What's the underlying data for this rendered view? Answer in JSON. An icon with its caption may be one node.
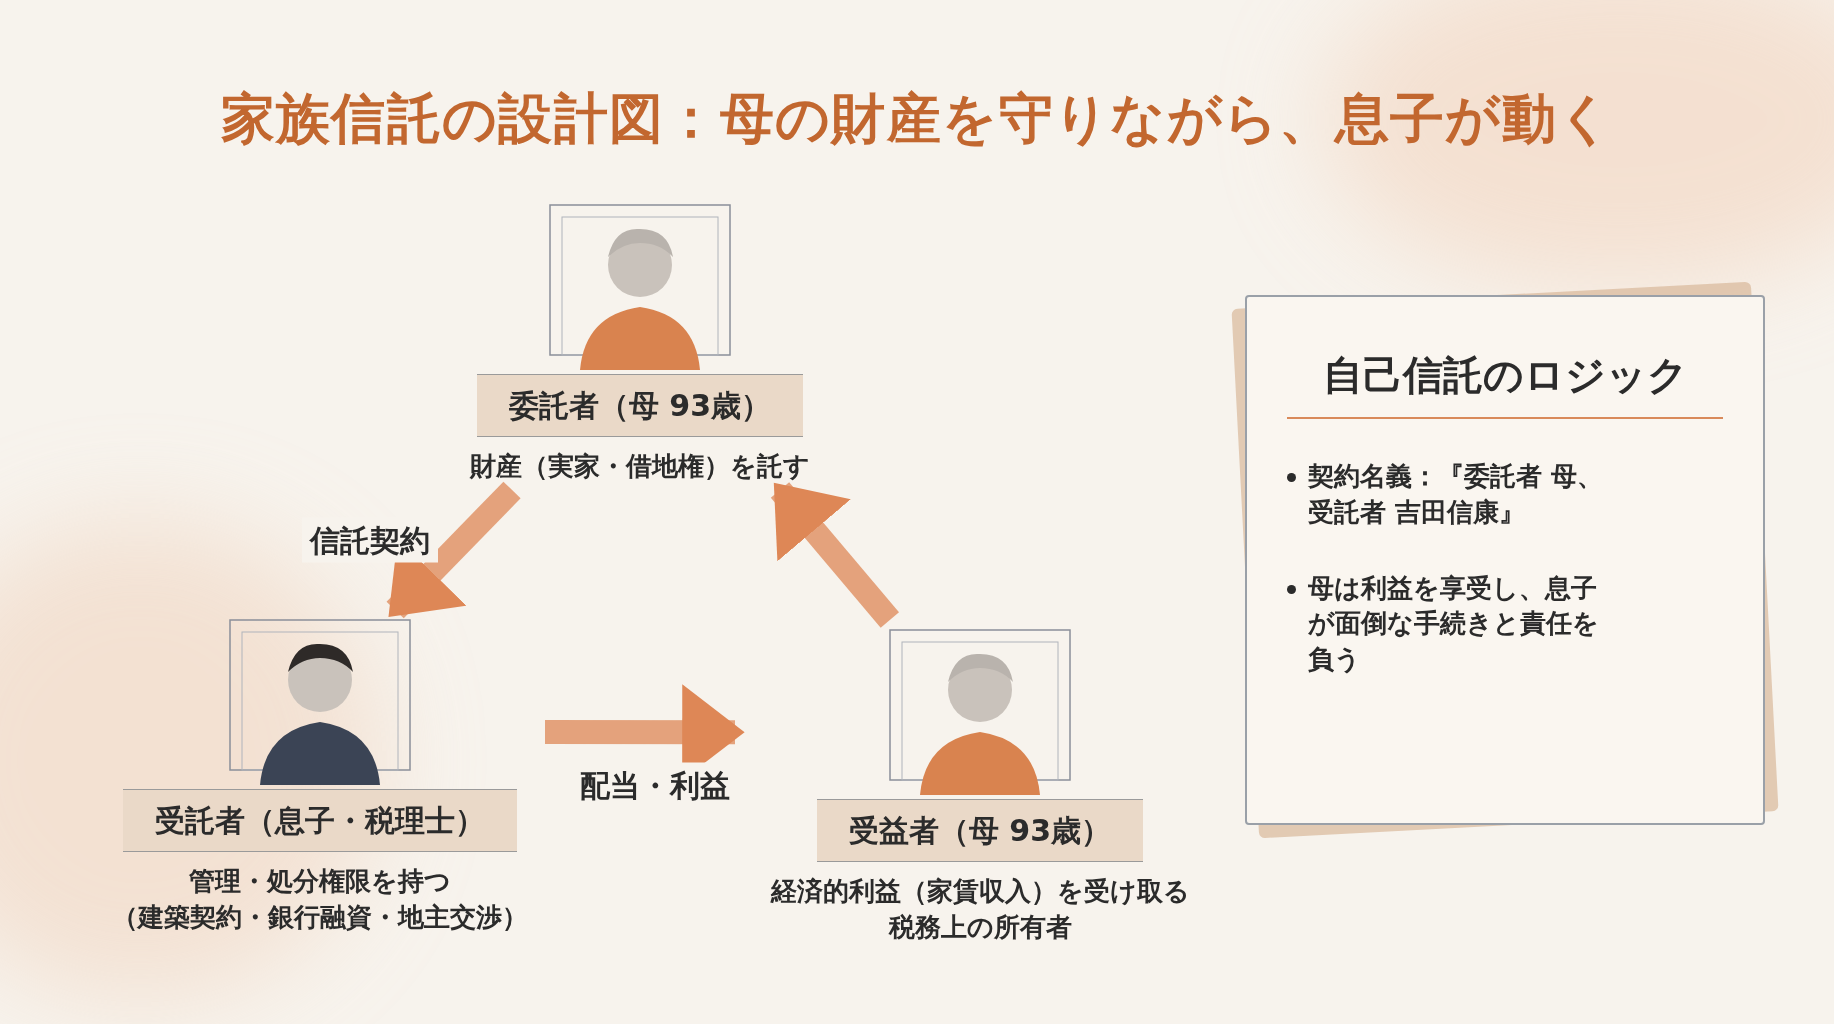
{
  "diagram": {
    "title": "家族信託の設計図：母の財産を守りながら、息子が動く",
    "nodes": [
      {
        "text": [
          "委託者（母 93歳）"
        ],
        "beside": [
          "財産（実家・借地権）を託す"
        ]
      },
      {
        "text": [
          "受託者（息子・税理士）"
        ],
        "beside": [
          "管理・処分権限を持つ",
          "（建築契約・銀行融資・地主交渉）"
        ]
      },
      {
        "text": [
          "受益者（母 93歳）"
        ],
        "beside": [
          "経済的利益（家賃収入）を受け取る",
          "税務上の所有者"
        ]
      },
      {
        "text": [
          "自己信託のロジック",
          "契約名義：『委託者 母、受託者 吉田信康』",
          "母は利益を享受し、息子が面倒な手続きと責任を負う"
        ]
      }
    ],
    "edges": [
      {
        "from": 0,
        "to": 1,
        "arrow": "to",
        "label": "信託契約"
      },
      {
        "from": 1,
        "to": 2,
        "arrow": "to",
        "label": "配当・利益"
      },
      {
        "from": 2,
        "to": 0,
        "arrow": "to"
      }
    ]
  }
}
